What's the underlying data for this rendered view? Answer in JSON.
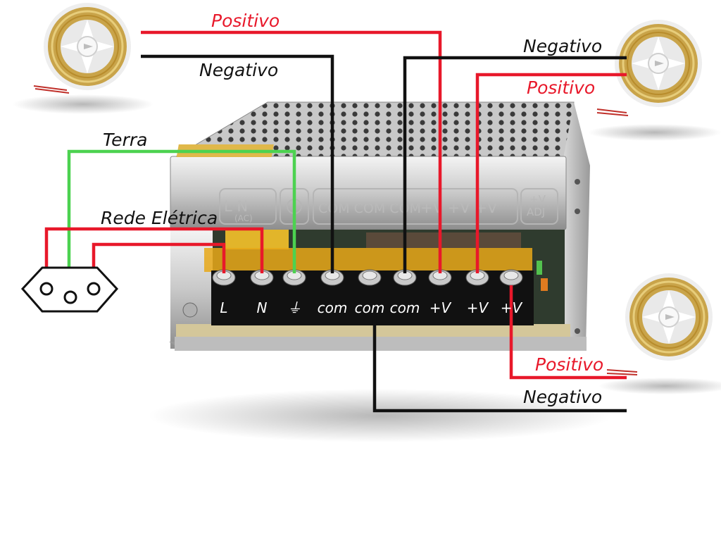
{
  "colors": {
    "positive_wire": "#e8182a",
    "negative_wire": "#111111",
    "ground_wire": "#4cd250",
    "mains_wire": "#e8182a",
    "terminal_strip": "#e8a818"
  },
  "labels": {
    "positive_top_left": "Positivo",
    "negative_top_left": "Negativo",
    "negative_top_right": "Negativo",
    "positive_top_right": "Positivo",
    "ground": "Terra",
    "mains": "Rede Elétrica",
    "positive_bottom_right": "Positivo",
    "negative_bottom_right": "Negativo"
  },
  "terminals": [
    "L",
    "N",
    "⏚",
    "com",
    "com",
    "com",
    "+V",
    "+V",
    "+V"
  ],
  "molded_labels": {
    "ln": "L  N",
    "ac": "(AC)",
    "coms": "COM COM COM",
    "plusv": "+V  +V  +V",
    "adj_top": "+V",
    "adj_bottom": "ADJ"
  },
  "icons": {
    "led_reel": "led-strip-reel-icon",
    "outlet": "power-outlet-icon",
    "psu": "power-supply-unit"
  }
}
